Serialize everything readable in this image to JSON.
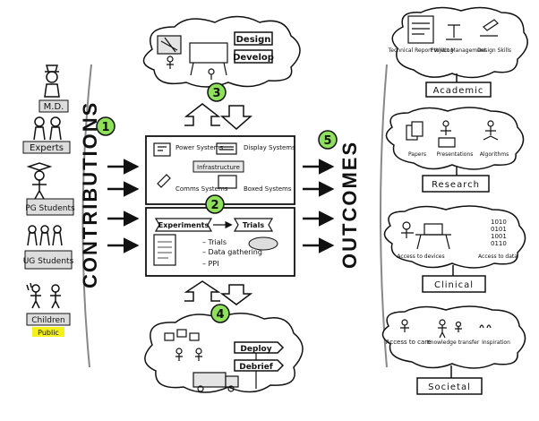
{
  "left_people": {
    "md": "M.D.",
    "experts": "Experts",
    "pg_students": "PG Students",
    "ug_students": "UG Students",
    "children": "Children",
    "public": "Public"
  },
  "contributions": {
    "number": "1",
    "label": "CONTRIBUTIONS"
  },
  "outcomes": {
    "number": "5",
    "label": "OUTCOMES"
  },
  "top_cloud": {
    "number": "3",
    "design": "Design",
    "develop": "Develop"
  },
  "bottom_cloud": {
    "number": "4",
    "deploy": "Deploy",
    "debrief": "Debrief"
  },
  "infrastructure": {
    "title": "Infrastructure",
    "power": "Power Systems",
    "display": "Display Systems",
    "comms": "Comms Systems",
    "boxed": "Boxed Systems"
  },
  "experiments": {
    "number": "2",
    "title": "Experiments",
    "trials_tag": "Trials",
    "items": [
      "– Trials",
      "– Data gathering",
      "– PPI"
    ]
  },
  "academic": {
    "label": "Academic",
    "items": [
      "Technical Report Writing",
      "Project Management",
      "Design Skills"
    ]
  },
  "research": {
    "label": "Research",
    "items": [
      "Papers",
      "Presentations",
      "Algorithms"
    ]
  },
  "clinical": {
    "label": "Clinical",
    "items": [
      "Access to devices",
      "Access to data"
    ],
    "binary": [
      "1010",
      "0101",
      "1001",
      "0110"
    ]
  },
  "societal": {
    "label": "Societal",
    "items": [
      "Access to care",
      "Knowledge transfer",
      "Inspiration"
    ]
  }
}
